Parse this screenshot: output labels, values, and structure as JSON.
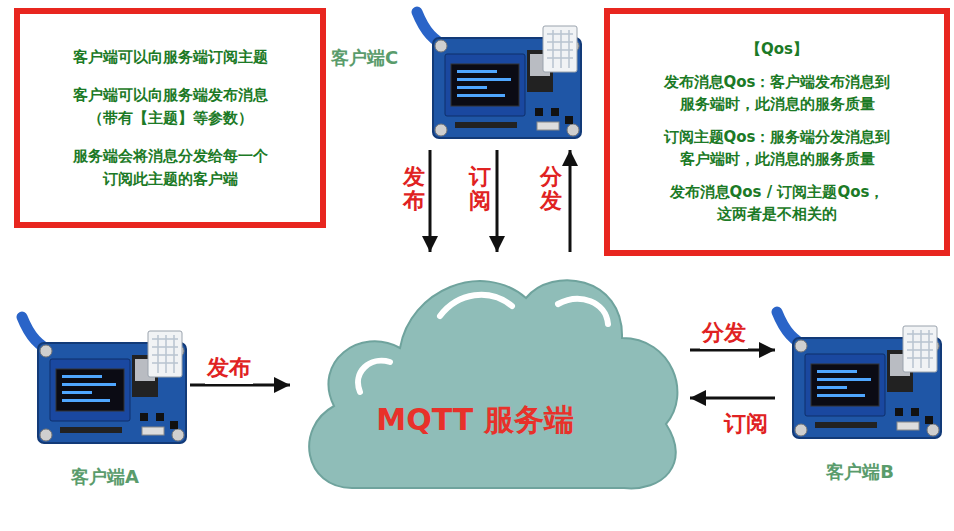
{
  "diagram": {
    "nodes": [
      {
        "text": [
          "客户端可以向服务端订阅主题",
          "客户端可以向服务端发布消息 （带有【主题】等参数）",
          "服务端会将消息分发给每一个 订阅此主题的客户端"
        ]
      },
      {
        "text": [
          "客户端C"
        ]
      },
      {
        "text": [
          "【Qos】",
          "发布消息Qos：客户端发布消息到服务端时，此消息的服务质量",
          "订阅主题Qos：服务端分发消息到客户端时，此消息的服务质量",
          "发布消息Qos / 订阅主题Qos， 这两者是不相关的"
        ]
      },
      {
        "text": [
          "MQTT 服务端"
        ]
      },
      {
        "text": [
          "客户端A"
        ]
      },
      {
        "text": [
          "客户端B"
        ]
      }
    ],
    "edges": [
      {
        "from": 1,
        "to": 3,
        "label": "发布",
        "arrow": "to"
      },
      {
        "from": 1,
        "to": 3,
        "label": "订阅",
        "arrow": "to"
      },
      {
        "from": 3,
        "to": 1,
        "label": "分发",
        "arrow": "to"
      },
      {
        "from": 4,
        "to": 3,
        "label": "发布",
        "arrow": "to"
      },
      {
        "from": 3,
        "to": 5,
        "label": "分发",
        "arrow": "to"
      },
      {
        "from": 5,
        "to": 3,
        "label": "订阅",
        "arrow": "to"
      }
    ]
  }
}
